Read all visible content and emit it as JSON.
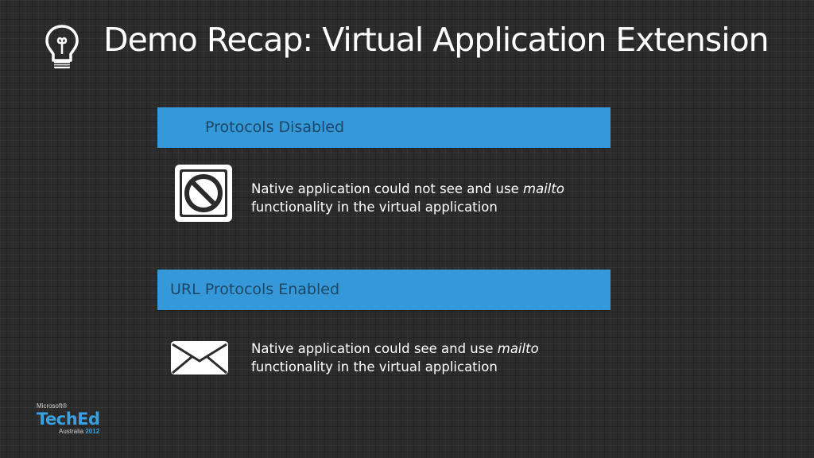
{
  "slide": {
    "title": "Demo Recap: Virtual Application Extension",
    "title_icon": "lightbulb-icon"
  },
  "sections": [
    {
      "header": "Protocols Disabled",
      "icon": "prohibited-icon",
      "text_before": "Native application could not see and use ",
      "text_emphasis": "mailto",
      "text_after": "functionality in the virtual application"
    },
    {
      "header": "URL Protocols Enabled",
      "icon": "envelope-icon",
      "text_before": "Native application could see and use ",
      "text_emphasis": "mailto",
      "text_after": "functionality in the virtual application"
    }
  ],
  "logo": {
    "brand": "Microsoft®",
    "name": "TechEd",
    "region": "Australia",
    "year": "2012"
  },
  "colors": {
    "background": "#2b2b2b",
    "section_bar": "#3598d8",
    "section_text": "#1d4766",
    "logo_accent": "#3aa0e0"
  }
}
